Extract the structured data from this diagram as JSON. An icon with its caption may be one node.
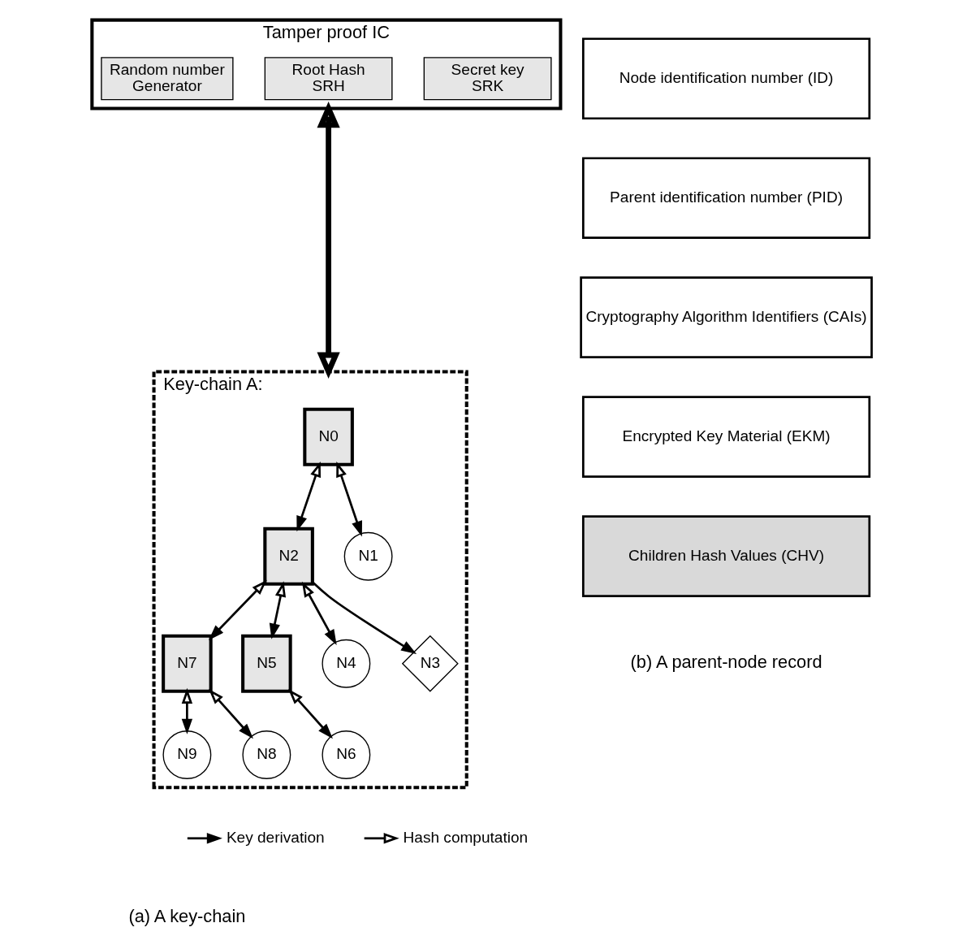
{
  "diagram": {
    "nodes": [
      {
        "text": [
          "Tamper proof IC"
        ]
      },
      {
        "text": [
          "Secret key",
          "SRK"
        ],
        "in": 0
      },
      {
        "text": [
          "Root Hash",
          "SRH"
        ],
        "in": 0
      },
      {
        "text": [
          "Random number",
          "Generator"
        ],
        "in": 0
      },
      {
        "text": [
          "Key-chain A:"
        ]
      },
      {
        "text": [
          "N0"
        ],
        "in": 4
      },
      {
        "text": [
          "N2"
        ],
        "in": 4
      },
      {
        "text": [
          "N1"
        ],
        "in": 4
      },
      {
        "text": [
          "N7"
        ],
        "in": 4
      },
      {
        "text": [
          "N5"
        ],
        "in": 4
      },
      {
        "text": [
          "N4"
        ],
        "in": 4
      },
      {
        "text": [
          "N3"
        ],
        "in": 4
      },
      {
        "text": [
          "N9"
        ],
        "in": 4
      },
      {
        "text": [
          "N8"
        ],
        "in": 4
      },
      {
        "text": [
          "N6"
        ],
        "in": 4
      },
      {
        "text": [
          "Node identification number (ID)"
        ]
      },
      {
        "text": [
          "Parent identification number (PID)"
        ]
      },
      {
        "text": [
          "Cryptography Algorithm Identifiers (CAIs)"
        ]
      },
      {
        "text": [
          "Encrypted Key Material (EKM)"
        ]
      },
      {
        "text": [
          "Children Hash Values (CHV)"
        ]
      }
    ],
    "edges": [
      {
        "from": 0,
        "to": 4,
        "arrow": "both",
        "style": "thick"
      },
      {
        "from": 5,
        "to": 6,
        "arrow": "both"
      },
      {
        "from": 5,
        "to": 7,
        "arrow": "both"
      },
      {
        "from": 6,
        "to": 8,
        "arrow": "both"
      },
      {
        "from": 6,
        "to": 9,
        "arrow": "both"
      },
      {
        "from": 6,
        "to": 10,
        "arrow": "both"
      },
      {
        "from": 6,
        "to": 11,
        "arrow": "to"
      },
      {
        "from": 8,
        "to": 12,
        "arrow": "both"
      },
      {
        "from": 8,
        "to": 13,
        "arrow": "both"
      },
      {
        "from": 9,
        "to": 14,
        "arrow": "both"
      }
    ],
    "labels": [
      "(b) A parent-node record",
      "(a) A key-chain"
    ],
    "legend": [
      {
        "text": "Key derivation"
      },
      {
        "text": "Hash computation"
      }
    ]
  }
}
